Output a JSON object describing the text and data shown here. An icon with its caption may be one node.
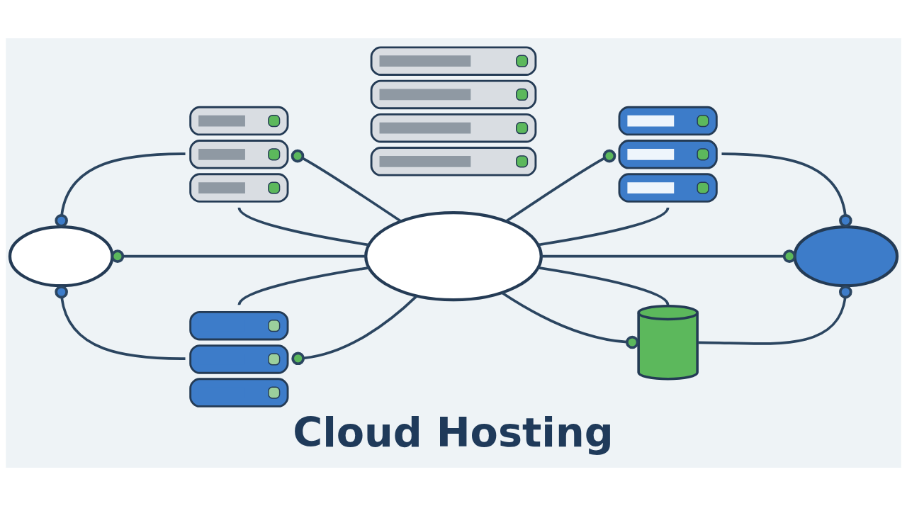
{
  "diagram": {
    "title": "Cloud Hosting",
    "nodes": [
      {
        "text": [],
        "shape": "server"
      },
      {
        "text": [],
        "shape": "server"
      },
      {
        "text": [],
        "shape": "server"
      },
      {
        "text": [],
        "shape": "cloud"
      },
      {
        "text": [],
        "shape": "cloud"
      },
      {
        "text": [],
        "shape": "cloud"
      },
      {
        "text": [],
        "shape": "server"
      },
      {
        "text": [],
        "shape": "database"
      }
    ],
    "edges": [
      {
        "from": 0,
        "to": 4,
        "arrow": "other"
      },
      {
        "from": 0,
        "to": 4,
        "arrow": "none"
      },
      {
        "from": 3,
        "to": 0,
        "arrow": "other"
      },
      {
        "from": 3,
        "to": 4,
        "arrow": "other"
      },
      {
        "from": 3,
        "to": 6,
        "arrow": "other"
      },
      {
        "from": 6,
        "to": 4,
        "arrow": "none"
      },
      {
        "from": 6,
        "to": 4,
        "arrow": "other"
      },
      {
        "from": 4,
        "to": 2,
        "arrow": "other"
      },
      {
        "from": 4,
        "to": 2,
        "arrow": "none"
      },
      {
        "from": 2,
        "to": 5,
        "arrow": "other"
      },
      {
        "from": 4,
        "to": 5,
        "arrow": "other"
      },
      {
        "from": 4,
        "to": 7,
        "arrow": "none"
      },
      {
        "from": 4,
        "to": 7,
        "arrow": "other"
      },
      {
        "from": 7,
        "to": 5,
        "arrow": "other"
      }
    ]
  }
}
